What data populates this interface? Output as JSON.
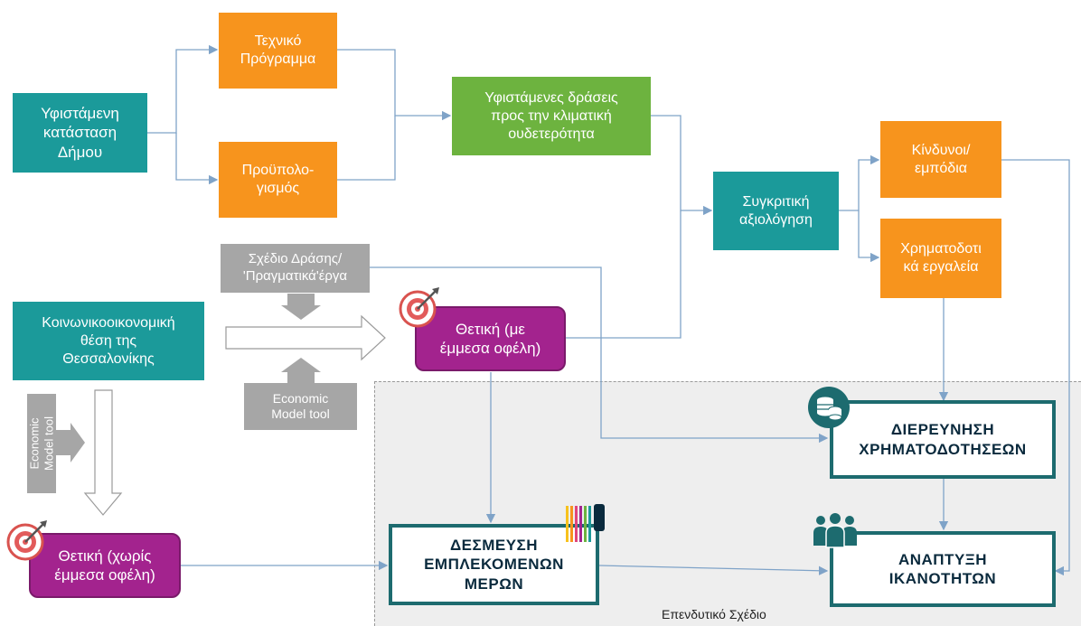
{
  "nodes": {
    "existing_state": "Υφιστάμενη\nκατάσταση\nΔήμου",
    "technical_program": "Τεχνικό\nΠρόγραμμα",
    "budget": "Προϋπολο-\nγισμός",
    "existing_actions": "Υφιστάμενες δράσεις\nπρος την κλιματική\nουδετερότητα",
    "comparative_eval": "Συγκριτική\nαξιολόγηση",
    "risks": "Κίνδυνοι/\nεμπόδια",
    "financial_tools": "Χρηματοδοτι\nκά εργαλεία",
    "action_plan": "Σχέδιο Δράσης/\n'Πραγματικά'έργα",
    "socioeconomic": "Κοινωνικοοικονομική\nθέση της\nΘεσσαλονίκης",
    "economic_model_1": "Economic\nModel tool",
    "economic_model_2": "Economic\nModel tool",
    "positive_with": "Θετική (με\nέμμεσα οφέλη)",
    "positive_without": "Θετική (χωρίς\nέμμεσα οφέλη)",
    "funding_research": "ΔΙΕΡΕΥΝΗΣΗ\nΧΡΗΜΑΤΟΔΟΤΗΣΕΩΝ",
    "stakeholders": "ΔΕΣΜΕΥΣΗ\nΕΜΠΛΕΚΟΜΕΝΩΝ\nΜΕΡΩΝ",
    "capacity_building": "ΑΝΑΠΤΥΞΗ\nΙΚΑΝΟΤΗΤΩΝ"
  },
  "region_label": "Επενδυτικό Σχέδιο",
  "colors": {
    "teal": "#1b9a9a",
    "orange": "#f7941d",
    "green": "#6db33f",
    "grey": "#a6a6a6",
    "purple": "#a3238e",
    "dark_border": "#1d6b6f",
    "connector": "#7fa3c8"
  }
}
